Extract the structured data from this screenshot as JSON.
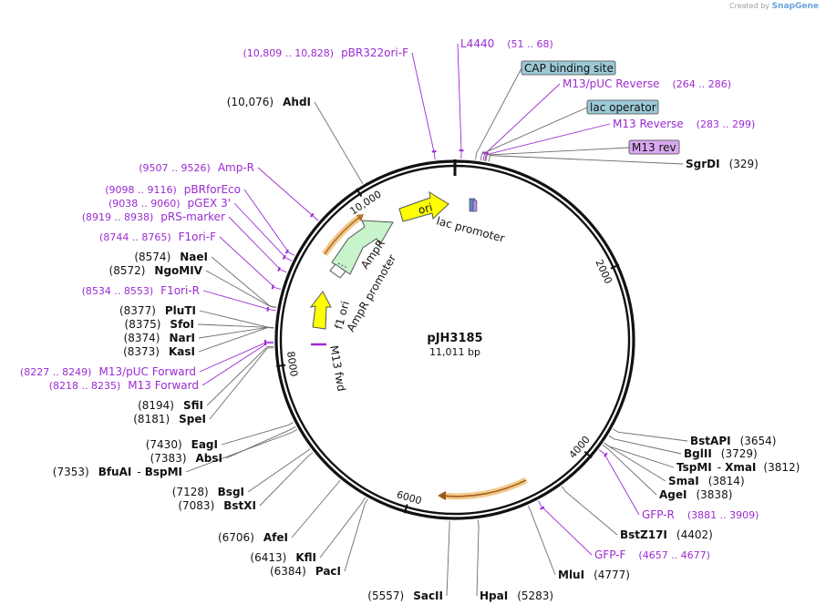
{
  "credit": {
    "prefix": "Created by",
    "brand": "SnapGene"
  },
  "plasmid": {
    "name": "pJH3185",
    "size_label": "11,011 bp",
    "length": 11011
  },
  "ticks": [
    {
      "label": "2000",
      "position": 2000
    },
    {
      "label": "4000",
      "position": 4000
    },
    {
      "label": "6000",
      "position": 6000
    },
    {
      "label": "8000",
      "position": 8000
    },
    {
      "label": "10,000",
      "position": 10000
    }
  ],
  "sites": [
    {
      "name": "AhdI",
      "pos": "(10,076)",
      "position": 10076,
      "side": "left"
    },
    {
      "name": "SgrDI",
      "pos": "(329)",
      "position": 329,
      "side": "right"
    },
    {
      "name": "BstAPI",
      "pos": "(3654)",
      "position": 3654,
      "side": "right"
    },
    {
      "name": "BglII",
      "pos": "(3729)",
      "position": 3729,
      "side": "right"
    },
    {
      "name": "TspMI",
      "pos": "",
      "position": 3812,
      "side": "right",
      "sep": "-",
      "name2": "XmaI",
      "pos2": "(3812)"
    },
    {
      "name": "SmaI",
      "pos": "(3814)",
      "position": 3814,
      "side": "right"
    },
    {
      "name": "AgeI",
      "pos": "(3838)",
      "position": 3838,
      "side": "right"
    },
    {
      "name": "BstZ17I",
      "pos": "(4402)",
      "position": 4402,
      "side": "right"
    },
    {
      "name": "MluI",
      "pos": "(4777)",
      "position": 4777,
      "side": "right"
    },
    {
      "name": "HpaI",
      "pos": "(5283)",
      "position": 5283,
      "side": "right"
    },
    {
      "name": "SacII",
      "pos": "(5557)",
      "position": 5557,
      "side": "left"
    },
    {
      "name": "PacI",
      "pos": "(6384)",
      "position": 6384,
      "side": "left"
    },
    {
      "name": "KflI",
      "pos": "(6413)",
      "position": 6413,
      "side": "left"
    },
    {
      "name": "AfeI",
      "pos": "(6706)",
      "position": 6706,
      "side": "left"
    },
    {
      "name": "BstXI",
      "pos": "(7083)",
      "position": 7083,
      "side": "left"
    },
    {
      "name": "BsgI",
      "pos": "(7128)",
      "position": 7128,
      "side": "left"
    },
    {
      "name": "BfuAI",
      "pos": "(7353)",
      "position": 7353,
      "side": "left",
      "sep": "-",
      "name2": "BspMI"
    },
    {
      "name": "AbsI",
      "pos": "(7383)",
      "position": 7383,
      "side": "left"
    },
    {
      "name": "EagI",
      "pos": "(7430)",
      "position": 7430,
      "side": "left"
    },
    {
      "name": "SpeI",
      "pos": "(8181)",
      "position": 8181,
      "side": "left"
    },
    {
      "name": "SfiI",
      "pos": "(8194)",
      "position": 8194,
      "side": "left"
    },
    {
      "name": "KasI",
      "pos": "(8373)",
      "position": 8373,
      "side": "left"
    },
    {
      "name": "NarI",
      "pos": "(8374)",
      "position": 8374,
      "side": "left"
    },
    {
      "name": "SfoI",
      "pos": "(8375)",
      "position": 8375,
      "side": "left"
    },
    {
      "name": "PluTI",
      "pos": "(8377)",
      "position": 8377,
      "side": "left"
    },
    {
      "name": "NgoMIV",
      "pos": "(8572)",
      "position": 8572,
      "side": "left"
    },
    {
      "name": "NaeI",
      "pos": "(8574)",
      "position": 8574,
      "side": "left"
    }
  ],
  "primers": [
    {
      "name": "pBR322ori-F",
      "range": "(10,809 .. 10,828)",
      "position": 10818,
      "side": "left"
    },
    {
      "name": "L4440",
      "range": "(51 .. 68)",
      "position": 60,
      "side": "right"
    },
    {
      "name": "M13/pUC Reverse",
      "range": "(264 .. 286)",
      "position": 275,
      "side": "right"
    },
    {
      "name": "M13 Reverse",
      "range": "(283 .. 299)",
      "position": 291,
      "side": "right"
    },
    {
      "name": "GFP-R",
      "range": "(3881 .. 3909)",
      "position": 3895,
      "side": "right"
    },
    {
      "name": "GFP-F",
      "range": "(4657 .. 4677)",
      "position": 4667,
      "side": "right"
    },
    {
      "name": "M13 Forward",
      "range": "(8218 .. 8235)",
      "position": 8226,
      "side": "left"
    },
    {
      "name": "M13/pUC Forward",
      "range": "(8227 .. 8249)",
      "position": 8238,
      "side": "left"
    },
    {
      "name": "F1ori-R",
      "range": "(8534 .. 8553)",
      "position": 8543,
      "side": "left"
    },
    {
      "name": "F1ori-F",
      "range": "(8744 .. 8765)",
      "position": 8754,
      "side": "left"
    },
    {
      "name": "pRS-marker",
      "range": "(8919 .. 8938)",
      "position": 8928,
      "side": "left"
    },
    {
      "name": "pGEX 3'",
      "range": "(9038 .. 9060)",
      "position": 9049,
      "side": "left"
    },
    {
      "name": "pBRforEco",
      "range": "(9098 .. 9116)",
      "position": 9107,
      "side": "left"
    },
    {
      "name": "Amp-R",
      "range": "(9507 .. 9526)",
      "position": 9516,
      "side": "left"
    }
  ],
  "boxed_features": [
    {
      "name": "CAP binding site",
      "color": "#9cc9d6",
      "position": 200
    },
    {
      "name": "lac operator",
      "color": "#9cc9d6",
      "position": 250
    },
    {
      "name": "M13 rev",
      "color": "#d9a8ef",
      "position": 300
    }
  ],
  "features": {
    "ori": {
      "label": "ori",
      "color": "#ffff00"
    },
    "f1_ori": {
      "label": "f1 ori",
      "color": "#ffff00"
    },
    "ampr": {
      "label": "AmpR",
      "color": "#c8f4cc"
    },
    "ampr_promoter": {
      "label": "AmpR promoter"
    },
    "lac_promoter": {
      "label": "lac promoter"
    },
    "m13_fwd": {
      "label": "M13 fwd"
    }
  },
  "colors": {
    "primer": "#9b2bd1",
    "site": "#111111",
    "orf_outline": "#e8a440"
  }
}
